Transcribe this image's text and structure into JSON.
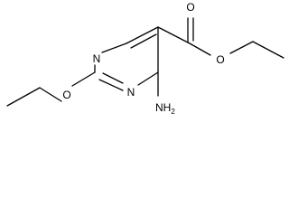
{
  "molecule": {
    "atoms": {
      "o_carbonyl": "O",
      "o_ester": "O",
      "n_top": "N",
      "n_bottom": "N",
      "o_ethoxy": "O",
      "amino_n": "NH",
      "amino_subscript": "2"
    }
  }
}
